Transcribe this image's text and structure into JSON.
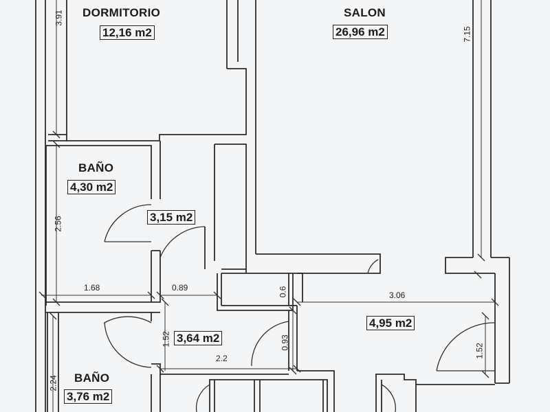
{
  "rooms": {
    "dormitorio": {
      "name": "DORMITORIO",
      "area": "12,16 m2"
    },
    "salon": {
      "name": "SALON",
      "area": "26,96 m2"
    },
    "bano1": {
      "name": "BAÑO",
      "area": "4,30 m2"
    },
    "hall_a": {
      "area": "3,15 m2"
    },
    "hall_b": {
      "area": "3,64 m2"
    },
    "kitchen": {
      "area": "4,95 m2"
    },
    "bano2": {
      "name": "BAÑO",
      "area": "3,76 m2"
    }
  },
  "dimensions": {
    "d391": "3.91",
    "d715": "7.15",
    "d256": "2.56",
    "d168": "1.68",
    "d089": "0.89",
    "d06": "0.6",
    "d306": "3.06",
    "d152a": "1.52",
    "d093": "0.93",
    "d22": "2.2",
    "d152b": "1.52",
    "d224": "2.24"
  }
}
